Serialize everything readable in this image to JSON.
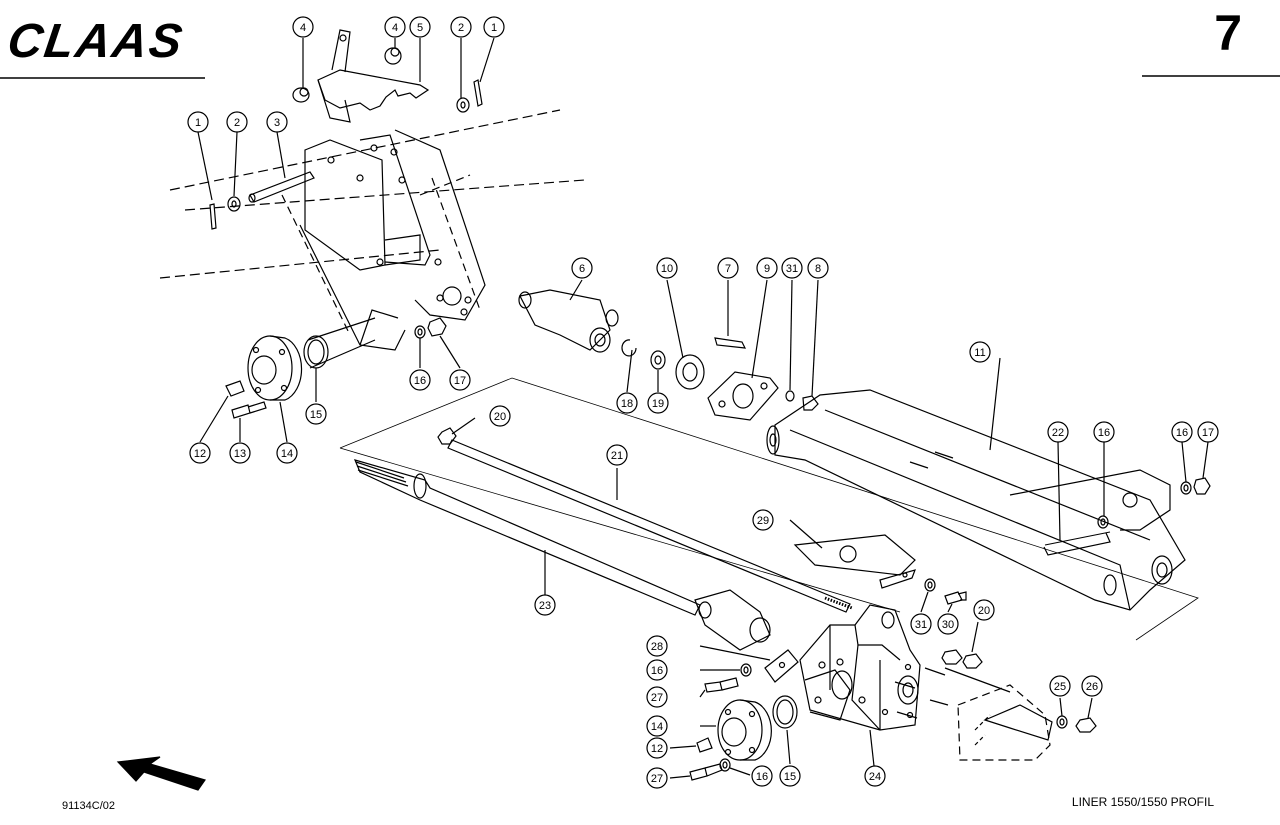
{
  "header": {
    "brand": "CLAAS",
    "page_number": "7"
  },
  "footer": {
    "doc_code": "91134C/02",
    "model": "LINER 1550/1550 PROFIL"
  },
  "callouts": [
    {
      "label": "4"
    },
    {
      "label": "4"
    },
    {
      "label": "5"
    },
    {
      "label": "2"
    },
    {
      "label": "1"
    },
    {
      "label": "1"
    },
    {
      "label": "2"
    },
    {
      "label": "3"
    },
    {
      "label": "6"
    },
    {
      "label": "10"
    },
    {
      "label": "7"
    },
    {
      "label": "9"
    },
    {
      "label": "31"
    },
    {
      "label": "8"
    },
    {
      "label": "11"
    },
    {
      "label": "16"
    },
    {
      "label": "17"
    },
    {
      "label": "18"
    },
    {
      "label": "19"
    },
    {
      "label": "15"
    },
    {
      "label": "12"
    },
    {
      "label": "13"
    },
    {
      "label": "14"
    },
    {
      "label": "20"
    },
    {
      "label": "21"
    },
    {
      "label": "22"
    },
    {
      "label": "16"
    },
    {
      "label": "16"
    },
    {
      "label": "17"
    },
    {
      "label": "29"
    },
    {
      "label": "23"
    },
    {
      "label": "31"
    },
    {
      "label": "30"
    },
    {
      "label": "20"
    },
    {
      "label": "28"
    },
    {
      "label": "16"
    },
    {
      "label": "27"
    },
    {
      "label": "14"
    },
    {
      "label": "12"
    },
    {
      "label": "27"
    },
    {
      "label": "16"
    },
    {
      "label": "15"
    },
    {
      "label": "24"
    },
    {
      "label": "25"
    },
    {
      "label": "26"
    }
  ]
}
